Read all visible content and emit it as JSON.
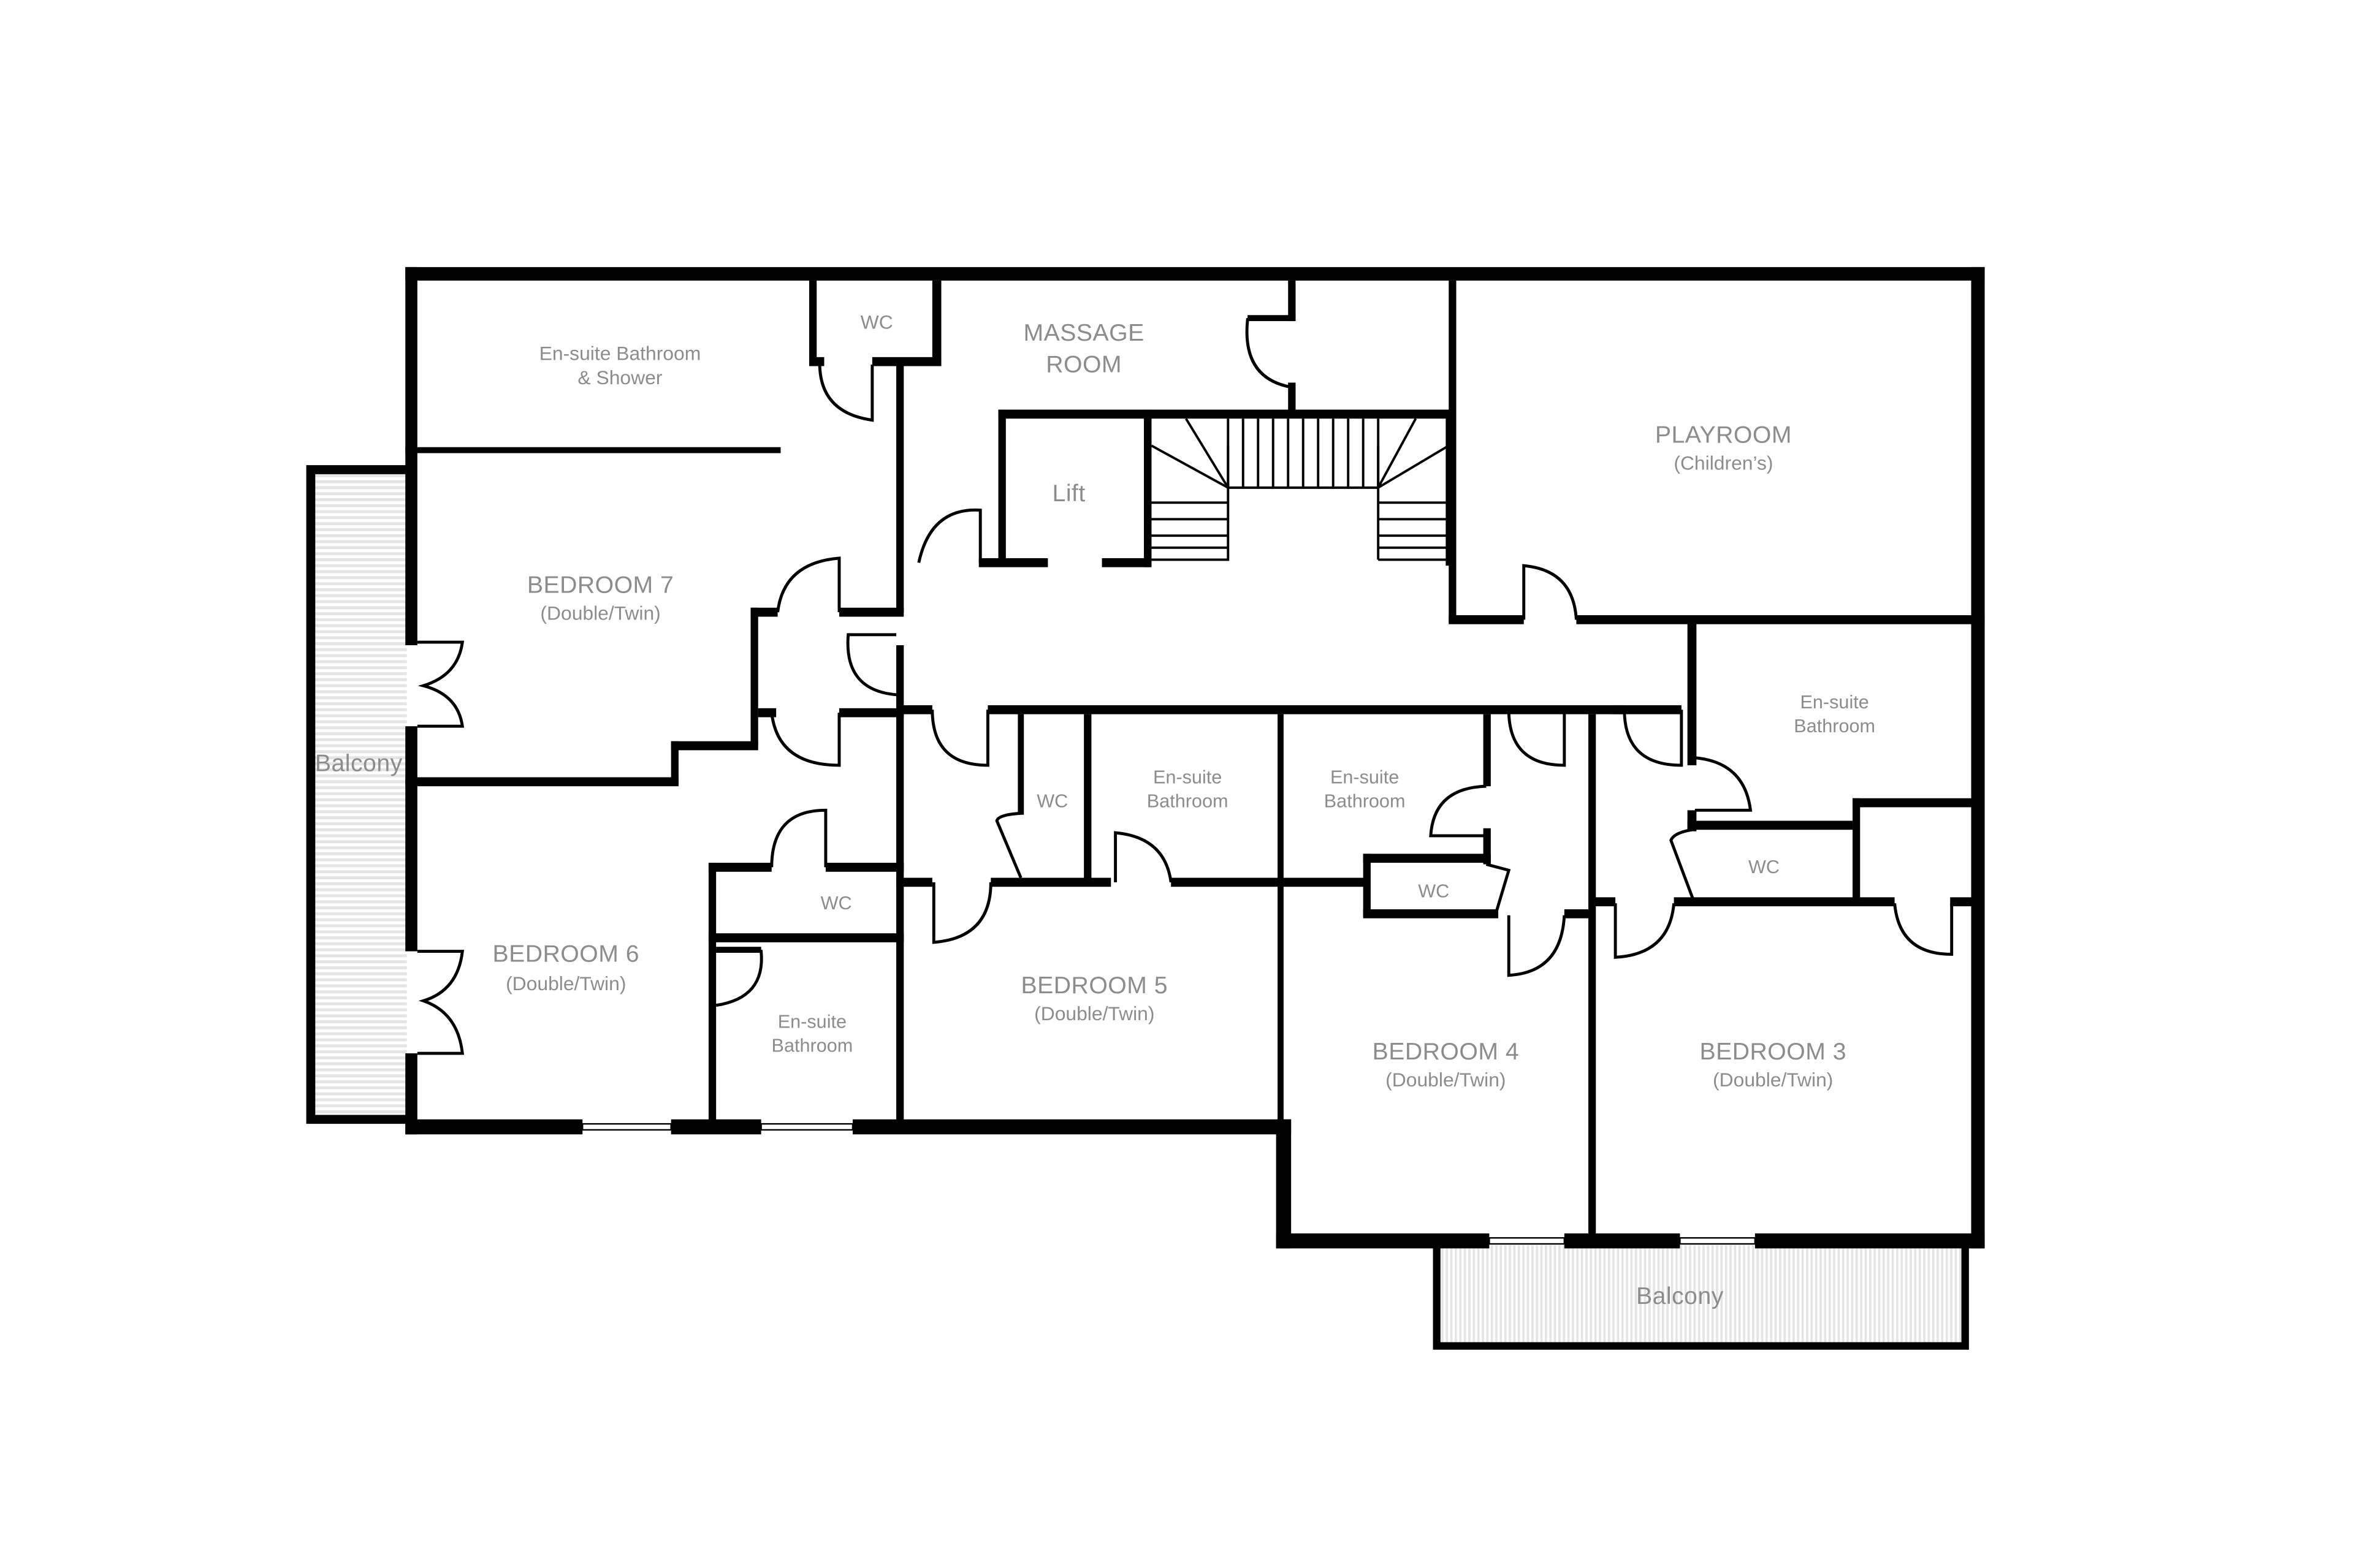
{
  "plan": {
    "title": "Floor Plan",
    "colors": {
      "wall": "#000000",
      "label": "#8c8c8c",
      "balcony_hatch": "#e4e4e4",
      "background": "#ffffff"
    },
    "rooms": {
      "ensuite_bath_shower": {
        "line1": "En-suite Bathroom",
        "line2": "& Shower"
      },
      "wc_top": {
        "label": "WC"
      },
      "massage": {
        "line1": "MASSAGE",
        "line2": "ROOM"
      },
      "lift": {
        "label": "Lift"
      },
      "playroom": {
        "line1": "PLAYROOM",
        "line2": "(Children’s)"
      },
      "bedroom7": {
        "line1": "BEDROOM 7",
        "line2": "(Double/Twin)"
      },
      "bedroom6": {
        "line1": "BEDROOM 6",
        "line2": "(Double/Twin)"
      },
      "bedroom5": {
        "line1": "BEDROOM 5",
        "line2": "(Double/Twin)"
      },
      "bedroom4": {
        "line1": "BEDROOM 4",
        "line2": "(Double/Twin)"
      },
      "bedroom3": {
        "line1": "BEDROOM 3",
        "line2": "(Double/Twin)"
      },
      "wc_b6": {
        "label": "WC"
      },
      "ensuite_b6": {
        "line1": "En-suite",
        "line2": "Bathroom"
      },
      "wc_b5": {
        "label": "WC"
      },
      "ensuite_b5": {
        "line1": "En-suite",
        "line2": "Bathroom"
      },
      "ensuite_b4": {
        "line1": "En-suite",
        "line2": "Bathroom"
      },
      "wc_b4": {
        "label": "WC"
      },
      "ensuite_b3": {
        "line1": "En-suite",
        "line2": "Bathroom"
      },
      "wc_b3": {
        "label": "WC"
      },
      "balcony_left": {
        "label": "Balcony"
      },
      "balcony_bottom": {
        "label": "Balcony"
      }
    }
  }
}
